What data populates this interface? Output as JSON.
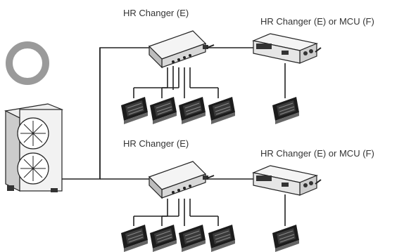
{
  "labels": {
    "top_hr": "HR Changer (E)",
    "top_right": "HR Changer (E) or MCU (F)",
    "bottom_hr": "HR Changer (E)",
    "bottom_right": "HR Changer (E) or MCU (F)"
  },
  "colors": {
    "ring": "#9a9a9a",
    "line": "#222222",
    "device": "#444444"
  }
}
